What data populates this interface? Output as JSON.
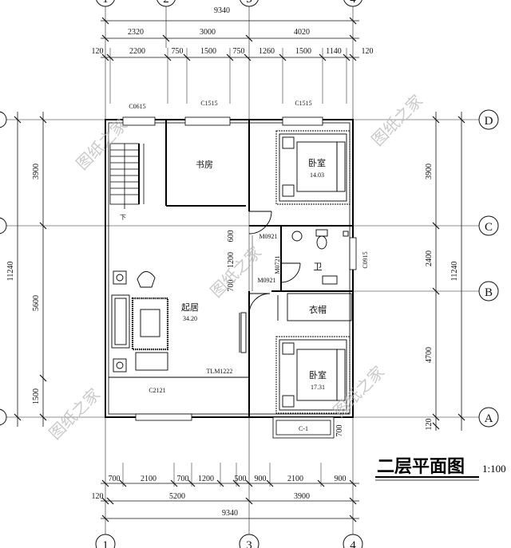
{
  "title": "二层平面图",
  "scale": "1:100",
  "axes": {
    "col_1": "1",
    "col_2": "2",
    "col_3": "3",
    "col_4": "4",
    "row_A": "A",
    "row_B": "B",
    "row_C": "C",
    "row_D": "D"
  },
  "top_dims": {
    "total": "9340",
    "row2": [
      "2320",
      "3000",
      "4020"
    ],
    "row3": [
      "120",
      "2200",
      "750",
      "1500",
      "750",
      "1260",
      "1500",
      "1140",
      "120"
    ]
  },
  "bottom_dims": {
    "row1": [
      "700",
      "2100",
      "700",
      "1200",
      "500",
      "900",
      "2100",
      "900"
    ],
    "row2": [
      "120",
      "5200",
      "3900"
    ],
    "total": "9340"
  },
  "left_dims": {
    "total": "11240",
    "parts": [
      "3900",
      "5600",
      "1500"
    ]
  },
  "right_dims": {
    "total": "11240",
    "parts": [
      "3900",
      "2400",
      "4700",
      "120"
    ]
  },
  "interior_dims": [
    "600",
    "1200",
    "700",
    "700"
  ],
  "rooms": {
    "study": "书房",
    "bedroom1": "卧室",
    "bedroom1_area": "14.03",
    "bath": "卫",
    "closet": "衣帽",
    "living": "起居",
    "living_area": "34.20",
    "bedroom2": "卧室",
    "bedroom2_area": "17.31",
    "stair_down": "下"
  },
  "openings": {
    "c0615": "C0615",
    "c1515a": "C1515",
    "c1515b": "C1515",
    "m0921": "M0921",
    "m0721": "M0721",
    "m0921b": "M0921",
    "c0915": "C0915",
    "tlm": "TLM1222",
    "c2121": "C2121",
    "c1": "C-1"
  },
  "watermark": "图纸之家"
}
